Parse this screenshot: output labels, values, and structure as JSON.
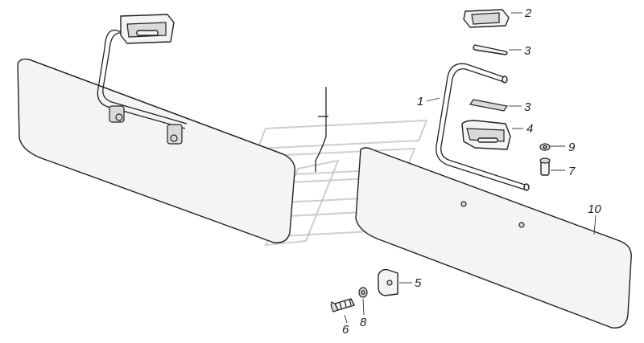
{
  "callouts": {
    "c1": "1",
    "c2": "2",
    "c3a": "3",
    "c3b": "3",
    "c4": "4",
    "c5": "5",
    "c6": "6",
    "c7": "7",
    "c8": "8",
    "c9": "9",
    "c10": "10"
  }
}
